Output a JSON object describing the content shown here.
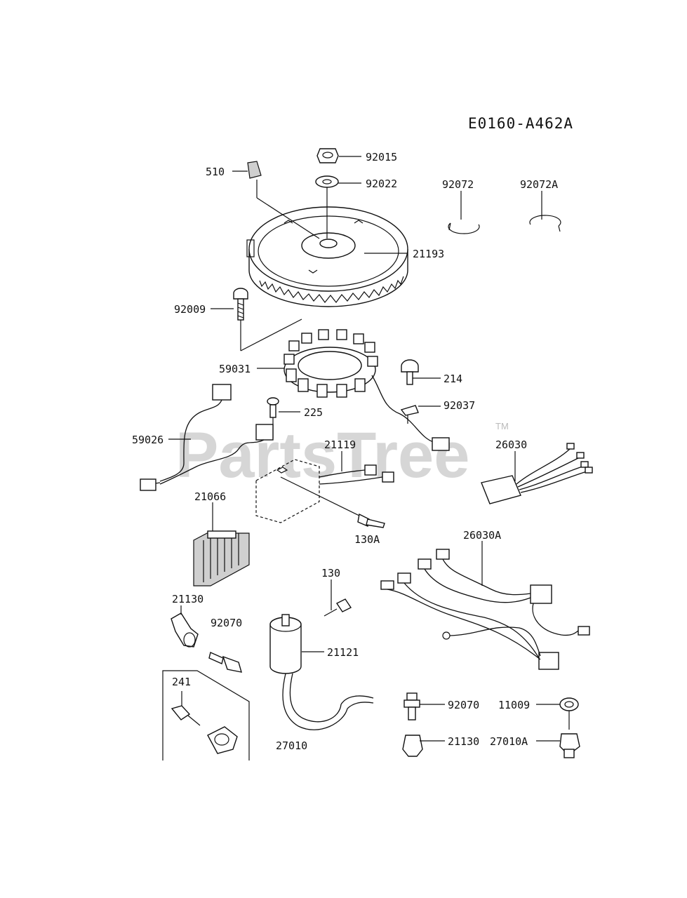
{
  "diagram_code": "E0160-A462A",
  "watermark": "PartsTree",
  "trademark": "TM",
  "parts": [
    {
      "id": "92015",
      "label": "92015"
    },
    {
      "id": "510",
      "label": "510"
    },
    {
      "id": "92022",
      "label": "92022"
    },
    {
      "id": "92072",
      "label": "92072"
    },
    {
      "id": "92072A",
      "label": "92072A"
    },
    {
      "id": "21193",
      "label": "21193"
    },
    {
      "id": "92009",
      "label": "92009"
    },
    {
      "id": "59031",
      "label": "59031"
    },
    {
      "id": "214",
      "label": "214"
    },
    {
      "id": "225",
      "label": "225"
    },
    {
      "id": "92037",
      "label": "92037"
    },
    {
      "id": "59026",
      "label": "59026"
    },
    {
      "id": "21119",
      "label": "21119"
    },
    {
      "id": "26030",
      "label": "26030"
    },
    {
      "id": "21066",
      "label": "21066"
    },
    {
      "id": "130A",
      "label": "130A"
    },
    {
      "id": "26030A",
      "label": "26030A"
    },
    {
      "id": "130",
      "label": "130"
    },
    {
      "id": "21130",
      "label": "21130"
    },
    {
      "id": "92070",
      "label": "92070"
    },
    {
      "id": "21121",
      "label": "21121"
    },
    {
      "id": "241",
      "label": "241"
    },
    {
      "id": "92070-b",
      "label": "92070"
    },
    {
      "id": "11009",
      "label": "11009"
    },
    {
      "id": "27010",
      "label": "27010"
    },
    {
      "id": "21130-b",
      "label": "21130"
    },
    {
      "id": "27010A",
      "label": "27010A"
    }
  ]
}
